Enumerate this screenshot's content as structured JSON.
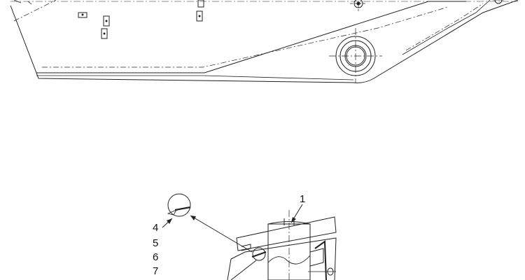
{
  "callouts": {
    "part_1": "1",
    "part_4": "4",
    "part_5": "5",
    "part_6": "6",
    "part_7": "7"
  },
  "colors": {
    "line": "#222222",
    "background": "#ffffff"
  }
}
